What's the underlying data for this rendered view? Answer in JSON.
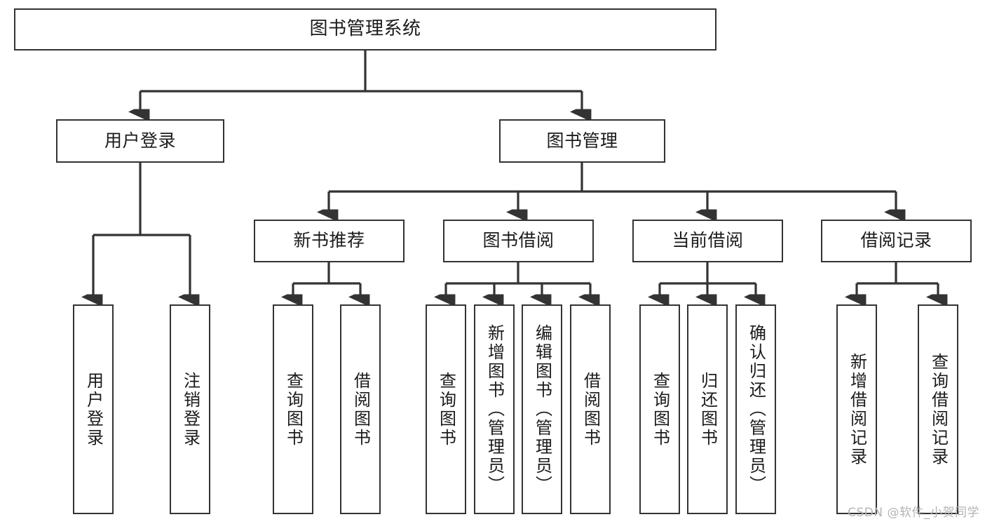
{
  "diagram": {
    "type": "tree",
    "title": "图书管理系统",
    "style": {
      "box_border_color": "#333333",
      "box_fill_color": "#ffffff",
      "connector_color": "#333333",
      "text_color": "#1b1b1b",
      "background": "#ffffff"
    },
    "nodes": {
      "root": {
        "label": "图书管理系统"
      },
      "level2": [
        {
          "id": "user-login",
          "label": "用户登录"
        },
        {
          "id": "book-manage",
          "label": "图书管理"
        }
      ],
      "level3": [
        {
          "id": "new-book-recommend",
          "label": "新书推荐"
        },
        {
          "id": "book-borrow",
          "label": "图书借阅"
        },
        {
          "id": "current-borrow",
          "label": "当前借阅"
        },
        {
          "id": "borrow-record",
          "label": "借阅记录"
        }
      ],
      "leaves": {
        "user-login": [
          {
            "id": "leaf-user-login",
            "label": "用户登录"
          },
          {
            "id": "leaf-logout",
            "label": "注销登录"
          }
        ],
        "new-book-recommend": [
          {
            "id": "leaf-query-book-1",
            "label": "查询图书"
          },
          {
            "id": "leaf-borrow-book-1",
            "label": "借阅图书"
          }
        ],
        "book-borrow": [
          {
            "id": "leaf-query-book-2",
            "label": "查询图书"
          },
          {
            "id": "leaf-add-book",
            "label": "新增图书（管理员）"
          },
          {
            "id": "leaf-edit-book",
            "label": "编辑图书（管理员）"
          },
          {
            "id": "leaf-borrow-book-2",
            "label": "借阅图书"
          }
        ],
        "current-borrow": [
          {
            "id": "leaf-query-book-3",
            "label": "查询图书"
          },
          {
            "id": "leaf-return-book",
            "label": "归还图书"
          },
          {
            "id": "leaf-confirm-return",
            "label": "确认归还（管理员）"
          }
        ],
        "borrow-record": [
          {
            "id": "leaf-add-record",
            "label": "新增借阅记录"
          },
          {
            "id": "leaf-query-record",
            "label": "查询借阅记录"
          }
        ]
      }
    },
    "edges": [
      {
        "from": "图书管理系统",
        "to": "用户登录"
      },
      {
        "from": "图书管理系统",
        "to": "图书管理"
      },
      {
        "from": "用户登录",
        "to": "用户登录"
      },
      {
        "from": "用户登录",
        "to": "注销登录"
      },
      {
        "from": "图书管理",
        "to": "新书推荐"
      },
      {
        "from": "图书管理",
        "to": "图书借阅"
      },
      {
        "from": "图书管理",
        "to": "当前借阅"
      },
      {
        "from": "图书管理",
        "to": "借阅记录"
      },
      {
        "from": "新书推荐",
        "to": "查询图书"
      },
      {
        "from": "新书推荐",
        "to": "借阅图书"
      },
      {
        "from": "图书借阅",
        "to": "查询图书"
      },
      {
        "from": "图书借阅",
        "to": "新增图书（管理员）"
      },
      {
        "from": "图书借阅",
        "to": "编辑图书（管理员）"
      },
      {
        "from": "图书借阅",
        "to": "借阅图书"
      },
      {
        "from": "当前借阅",
        "to": "查询图书"
      },
      {
        "from": "当前借阅",
        "to": "归还图书"
      },
      {
        "from": "当前借阅",
        "to": "确认归还（管理员）"
      },
      {
        "from": "借阅记录",
        "to": "新增借阅记录"
      },
      {
        "from": "借阅记录",
        "to": "查询借阅记录"
      }
    ]
  },
  "watermark": {
    "text": "CSDN @软件_小贺同学"
  }
}
